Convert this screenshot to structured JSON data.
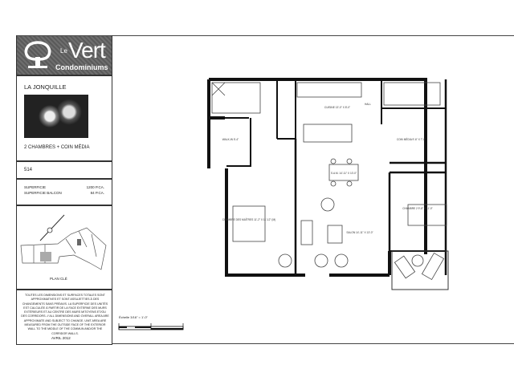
{
  "brand": {
    "le": "Le",
    "name": "Vert",
    "sub": "Condominiums"
  },
  "unit": {
    "model": "LA JONQUILLE",
    "type": "2 CHAMBRES + COIN MÉDIA",
    "number": "514",
    "areas": [
      {
        "label": "SUPERFICIE",
        "value": "1200 P.CA."
      },
      {
        "label": "SUPERFICIE BALCON",
        "value": "84 P.CA."
      }
    ]
  },
  "key_plan": {
    "label": "PLAN CLÉ"
  },
  "notes": "TOUTES LES DIMENSIONS ET SURFACES TOTALES SONT APPROXIMATIVES ET SONT ASSUJETTIES À DES CHANGEMENTS SANS PRÉAVIS. LA SUPERFICIE DES UNITÉS EST CALCULÉE À PARTIR DE LA FACE EXTERNE DES MURS EXTÉRIEURS ET AU CENTRE DES MURS MITOYENS ET/OU DES CORRIDORS. // ALL DIMENSIONS AND OVERALL AREA ARE APPROXIMATE AND SUBJECT TO CHANGE. UNIT AREA ARE MEASURED FROM THE OUTSIDE FACE OF THE EXTERIOR WALL TO THE MIDDLE OF THE COMMUN AND/OR THE CORRIDOR WALLS.",
  "date": "AVRIL 2012",
  "scale": "Échelle 3/16\" = 1'-0\"",
  "rooms": {
    "cuisine": "CUISINE 13'-0\" X 8'-0\"",
    "sam": "S.A.M. 14'-11\" X 10'-0\"",
    "salon": "SALON 14'-11\" X 13'-0\"",
    "master": "CHAMBRE DES MAÎTRES 11'-2\" X 11'-12\" (M)",
    "chambre2": "CHAMBRE 2 9'-8\" X 11'-0\"",
    "media": "COIN MÉDIA 9'-6\" X 7'-0\"",
    "walkin": "WALK-IN 5'-4\"",
    "hall": "HALL"
  }
}
